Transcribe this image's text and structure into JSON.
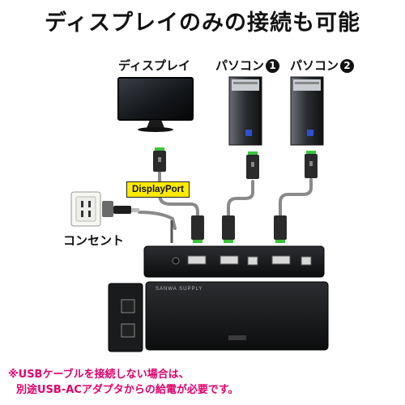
{
  "title": "ディスプレイのみの接続も可能",
  "labels": {
    "display": "ディスプレイ",
    "pc1": "パソコン",
    "pc1_num": "1",
    "pc2": "パソコン",
    "pc2_num": "2",
    "outlet": "コンセント",
    "displayport": "DisplayPort"
  },
  "device_brand": "SANWA SUPPLY",
  "note": {
    "line1": "※USBケーブルを接続しない場合は、",
    "line2": "別途USB-ACアダプタからの給電が必要です。"
  },
  "colors": {
    "note": "#e0006c",
    "label_bg": "#ffea00",
    "plug_green": "#3cc43c"
  }
}
